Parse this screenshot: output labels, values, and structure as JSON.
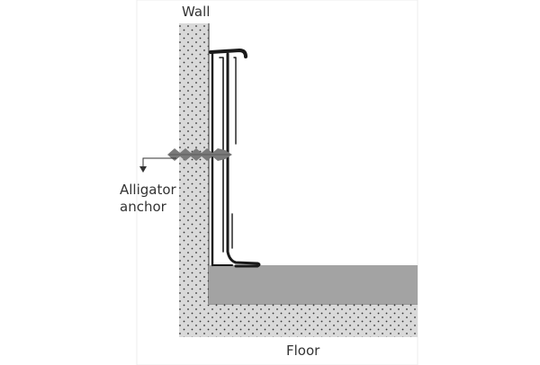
{
  "labels": {
    "wall": "Wall",
    "floor": "Floor",
    "anchor_line1": "Alligator",
    "anchor_line2": "anchor"
  },
  "colors": {
    "concrete": "#d9d9d9",
    "concrete_dots": "#333333",
    "floor_covering": "#a3a3a3",
    "profile": "#1a1a1a",
    "anchor": "#7a7a7a",
    "text": "#333333"
  }
}
